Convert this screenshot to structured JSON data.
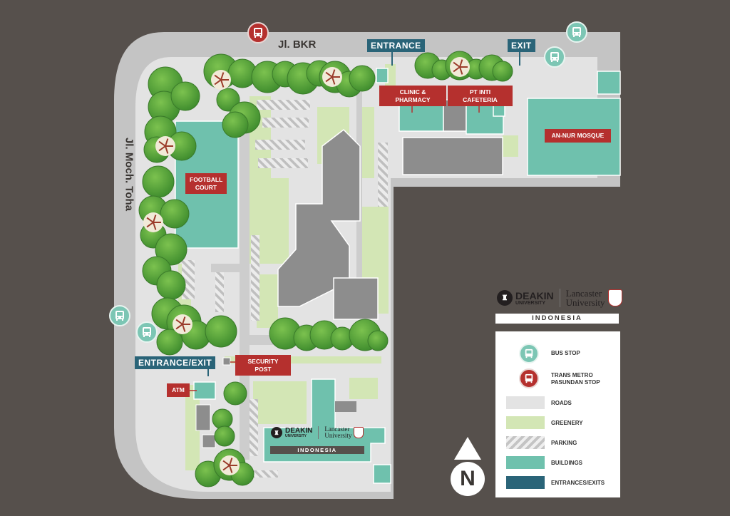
{
  "streets": {
    "north": "Jl. BKR",
    "west": "Jl. Moch. Toha"
  },
  "gates": {
    "entrance_north": "ENTRANCE",
    "exit_north": "EXIT",
    "entrance_exit_west": "ENTRANCE/EXIT"
  },
  "places": {
    "clinic": "CLINIC & PHARMACY",
    "cafeteria": "PT INTI CAFETERIA",
    "mosque": "AN-NUR MOSQUE",
    "football": "FOOTBALL COURT",
    "security": "SECURITY POST",
    "atm": "ATM"
  },
  "brand": {
    "deakin": "DEAKIN",
    "deakin_sub": "UNIVERSITY",
    "lancaster_1": "Lancaster",
    "lancaster_2": "University",
    "country": "INDONESIA"
  },
  "legend": {
    "items": [
      {
        "label": "BUS STOP",
        "swatch": "bus-icon"
      },
      {
        "label": "TRANS METRO PASUNDAN STOP",
        "swatch": "trans-metro-icon"
      },
      {
        "label": "ROADS",
        "color": "#e3e3e3"
      },
      {
        "label": "GREENERY",
        "color": "#d3e6b5"
      },
      {
        "label": "PARKING",
        "color": "hatched-grey"
      },
      {
        "label": "BUILDINGS",
        "color": "#6fc1ad"
      },
      {
        "label": "ENTRANCES/EXITS",
        "color": "#2a6478"
      }
    ]
  },
  "compass": "N",
  "colors": {
    "background": "#56504c",
    "road": "#c4c4c4",
    "ground": "#e3e3e3",
    "greenery": "#d3e6b5",
    "building": "#6fc1ad",
    "main_building": "#8d8d8d",
    "label_red": "#b5302e",
    "label_blue": "#2a6478",
    "tree": "#4f9e3a"
  }
}
